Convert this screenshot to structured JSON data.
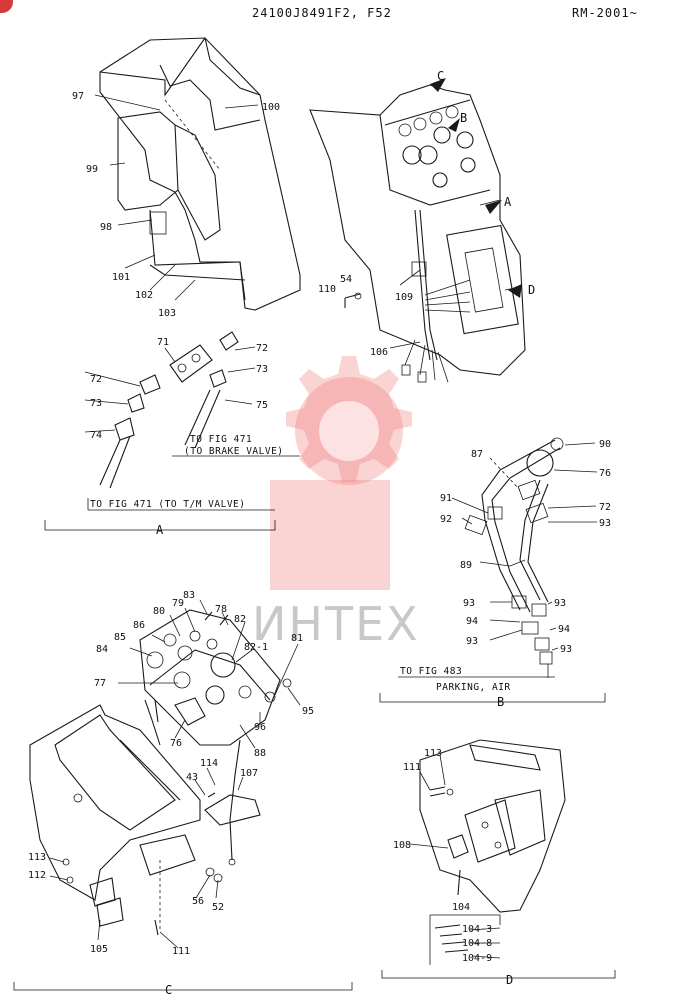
{
  "header": {
    "code": "24100J8491F2, F52",
    "range": "RM-2001~"
  },
  "watermark": {
    "text": "ИНТЕХ",
    "color": "#f08080"
  },
  "views": {
    "A": "A",
    "B": "B",
    "C": "C",
    "D": "D"
  },
  "notes": {
    "brake_valve_line1": "TO FIG 471",
    "brake_valve_line2": "(TO BRAKE VALVE)",
    "tm_valve": "TO FIG 471 (TO T/M VALVE)",
    "parking_line1": "TO FIG 483",
    "parking_line2": "PARKING, AIR"
  },
  "callouts": {
    "c97": "97",
    "c100": "100",
    "c99": "99",
    "c98": "98",
    "c101": "101",
    "c102": "102",
    "c103": "103",
    "cC": "C",
    "cB": "B",
    "cA": "A",
    "cD": "D",
    "c54": "54",
    "c110": "110",
    "c109": "109",
    "c106": "106",
    "c71": "71",
    "c72a": "72",
    "c73a": "73",
    "c72b": "72",
    "c73b": "73",
    "c74": "74",
    "c75": "75",
    "c90": "90",
    "c87": "87",
    "c76b": "76",
    "c91": "91",
    "c72c": "72",
    "c92": "92",
    "c93a": "93",
    "c89": "89",
    "c93b": "93",
    "c93c": "93",
    "c94a": "94",
    "c94b": "94",
    "c93d": "93",
    "c93e": "93",
    "c83": "83",
    "c80": "80",
    "c79": "79",
    "c78": "78",
    "c82": "82",
    "c86": "86",
    "c85": "85",
    "c84": "84",
    "c82_1": "82-1",
    "c81": "81",
    "c77": "77",
    "c95": "95",
    "c76c": "76",
    "c96": "96",
    "c88": "88",
    "c114": "114",
    "c43": "43",
    "c107": "107",
    "c113c": "113",
    "c112": "112",
    "c56": "56",
    "c52": "52",
    "c105": "105",
    "c111c": "111",
    "c113d": "113",
    "c111d": "111",
    "c108": "108",
    "c104": "104",
    "c104_3": "104-3",
    "c104_8": "104-8",
    "c104_9": "104-9"
  }
}
